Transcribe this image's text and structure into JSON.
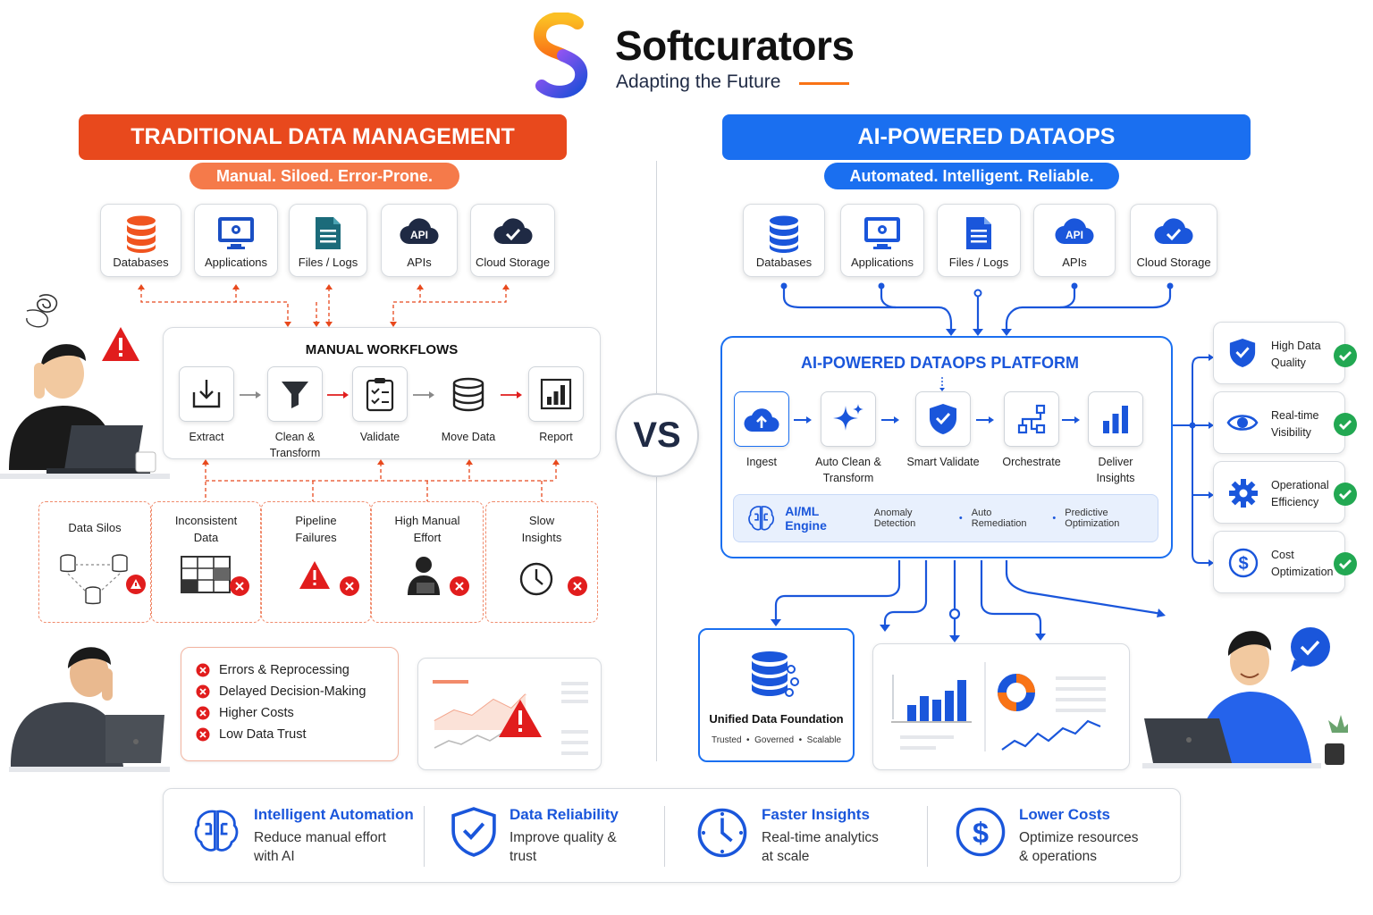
{
  "brand": {
    "name": "Softcurators",
    "tagline": "Adapting the Future",
    "accent": "#f97316",
    "primary": "#1a56db"
  },
  "left": {
    "title": "TRADITIONAL DATA MANAGEMENT",
    "subtitle": "Manual. Siloed. Error-Prone.",
    "color": "#e8491d",
    "sources": [
      "Databases",
      "Applications",
      "Files / Logs",
      "APIs",
      "Cloud Storage"
    ],
    "workflow_title": "MANUAL WORKFLOWS",
    "steps": [
      {
        "l1": "Extract",
        "l2": ""
      },
      {
        "l1": "Clean &",
        "l2": "Transform"
      },
      {
        "l1": "Validate",
        "l2": ""
      },
      {
        "l1": "Move Data",
        "l2": ""
      },
      {
        "l1": "Report",
        "l2": ""
      }
    ],
    "problems": [
      {
        "l1": "Data Silos",
        "l2": ""
      },
      {
        "l1": "Inconsistent",
        "l2": "Data"
      },
      {
        "l1": "Pipeline",
        "l2": "Failures"
      },
      {
        "l1": "High Manual",
        "l2": "Effort"
      },
      {
        "l1": "Slow",
        "l2": "Insights"
      }
    ],
    "consequences": [
      "Errors & Reprocessing",
      "Delayed Decision-Making",
      "Higher Costs",
      "Low Data Trust"
    ]
  },
  "vs": "VS",
  "right": {
    "title": "AI-POWERED DATAOPS",
    "subtitle": "Automated. Intelligent. Reliable.",
    "color": "#1a6ff0",
    "sources": [
      "Databases",
      "Applications",
      "Files / Logs",
      "APIs",
      "Cloud Storage"
    ],
    "platform_title": "AI-POWERED DATAOPS PLATFORM",
    "steps": [
      {
        "l1": "Ingest",
        "l2": ""
      },
      {
        "l1": "Auto Clean &",
        "l2": "Transform"
      },
      {
        "l1": "Smart Validate",
        "l2": ""
      },
      {
        "l1": "Orchestrate",
        "l2": ""
      },
      {
        "l1": "Deliver Insights",
        "l2": ""
      }
    ],
    "engine": {
      "label": "AI/ML Engine",
      "items": [
        "Anomaly Detection",
        "Auto Remediation",
        "Predictive Optimization"
      ]
    },
    "benefits": [
      {
        "l1": "High Data",
        "l2": "Quality",
        "icon": "shield-check-icon"
      },
      {
        "l1": "Real-time",
        "l2": "Visibility",
        "icon": "eye-icon"
      },
      {
        "l1": "Operational",
        "l2": "Efficiency",
        "icon": "gear-icon"
      },
      {
        "l1": "Cost",
        "l2": "Optimization",
        "icon": "dollar-icon"
      }
    ],
    "foundation": {
      "title": "Unified Data Foundation",
      "tags": "Trusted  •  Governed  •  Scalable"
    }
  },
  "features": [
    {
      "title": "Intelligent Automation",
      "l1": "Reduce manual effort",
      "l2": "with AI",
      "icon": "brain-icon"
    },
    {
      "title": "Data Reliability",
      "l1": "Improve quality &",
      "l2": "trust",
      "icon": "shield-icon"
    },
    {
      "title": "Faster Insights",
      "l1": "Real-time analytics",
      "l2": "at scale",
      "icon": "clock-icon"
    },
    {
      "title": "Lower Costs",
      "l1": "Optimize resources",
      "l2": "& operations",
      "icon": "dollar-icon"
    }
  ]
}
